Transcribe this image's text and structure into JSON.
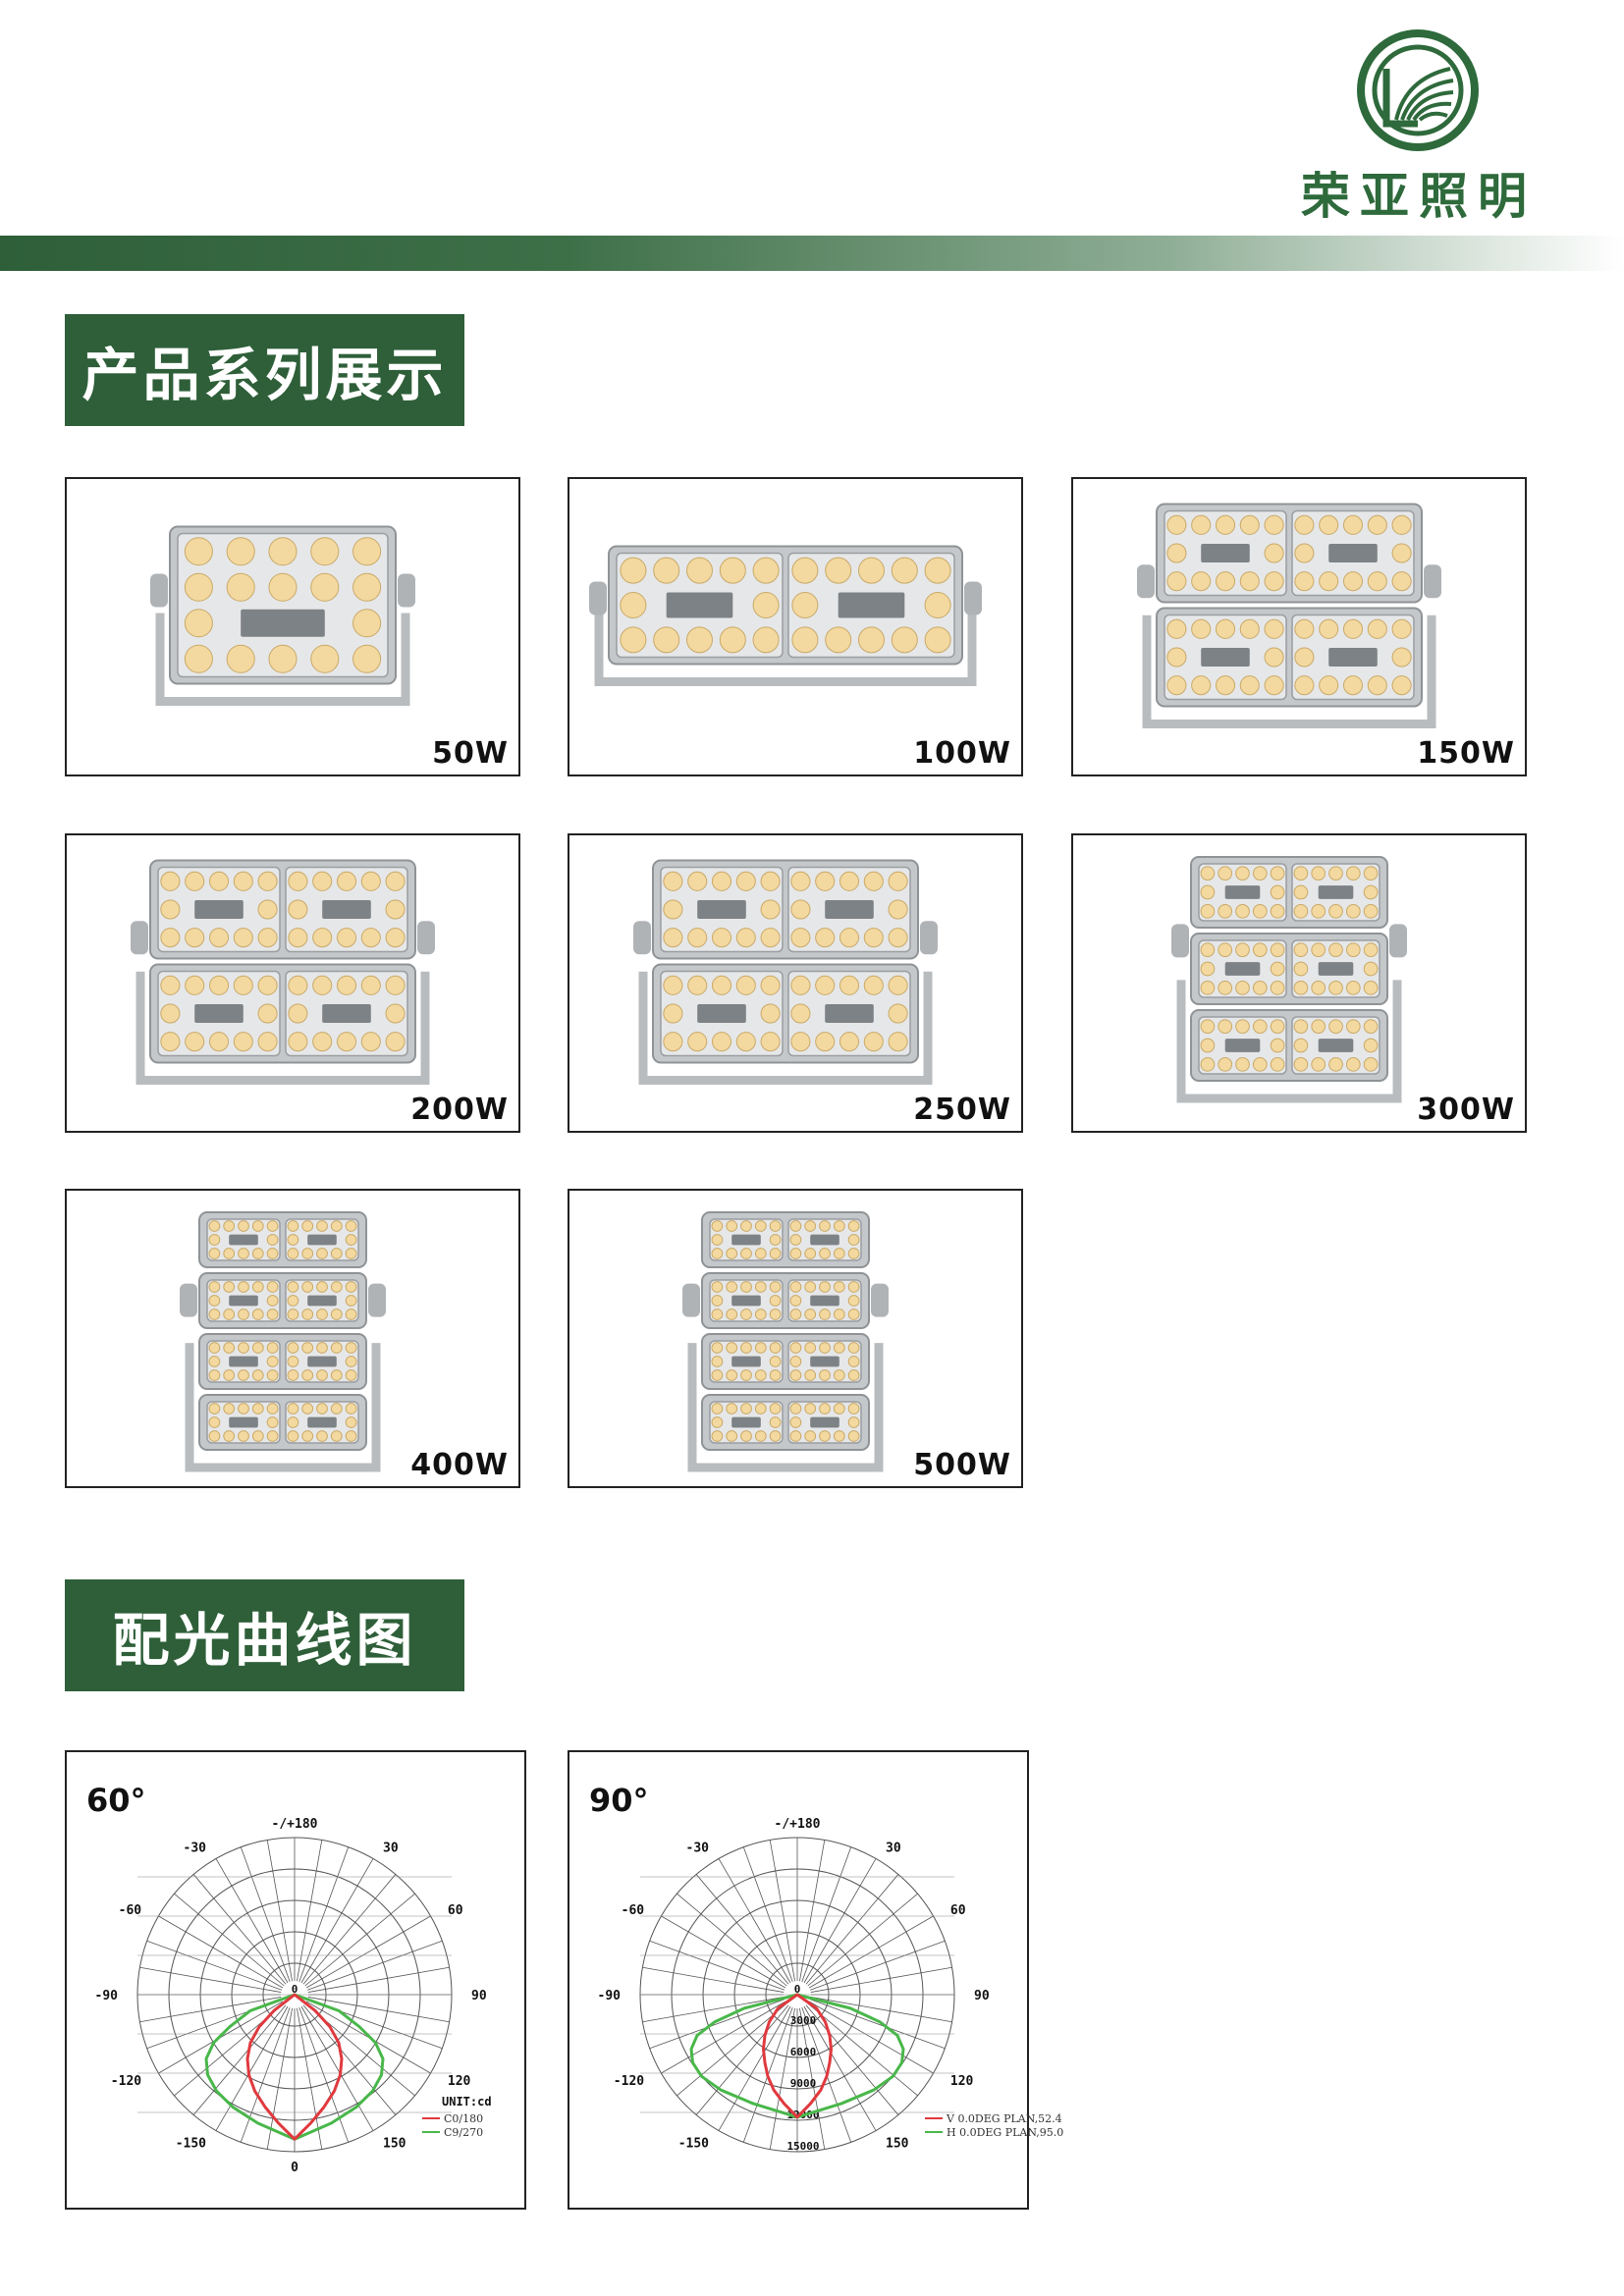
{
  "brand": {
    "name": "荣亚照明",
    "primary_color": "#2e5f39",
    "logo_color": "#2e6a3b"
  },
  "sections": {
    "products_title": "产品系列展示",
    "curves_title": "配光曲线图"
  },
  "products": [
    {
      "wattage": "50W",
      "modules": 1,
      "module_cols": 1
    },
    {
      "wattage": "100W",
      "modules": 1,
      "module_cols": 2
    },
    {
      "wattage": "150W",
      "modules": 2,
      "module_cols": 2
    },
    {
      "wattage": "200W",
      "modules": 2,
      "module_cols": 2
    },
    {
      "wattage": "250W",
      "modules": 2,
      "module_cols": 2
    },
    {
      "wattage": "300W",
      "modules": 3,
      "module_cols": 2
    },
    {
      "wattage": "400W",
      "modules": 4,
      "module_cols": 2
    },
    {
      "wattage": "500W",
      "modules": 4,
      "module_cols": 2
    }
  ],
  "polar_charts": [
    {
      "title": "60°",
      "top_label": "-/+180",
      "angle_labels": {
        "left": [
          "-150",
          "-120",
          "-90",
          "-60",
          "-30"
        ],
        "right": [
          "150",
          "120",
          "90",
          "60",
          "30"
        ],
        "center": "0",
        "bottom": "0"
      },
      "unit_label": "UNIT:cd",
      "legend": [
        {
          "label": "C0/180",
          "color": "#e0393e"
        },
        {
          "label": "C9/270",
          "color": "#49b74a"
        }
      ],
      "radial_labels": [],
      "red_widths": [
        0,
        14,
        24,
        30,
        32,
        31,
        27,
        20,
        11,
        0
      ],
      "green_widths": [
        0,
        30,
        44,
        55,
        60,
        59,
        53,
        42,
        25,
        0
      ],
      "curve_reach": 0.92
    },
    {
      "title": "90°",
      "top_label": "-/+180",
      "angle_labels": {
        "left": [
          "-150",
          "-120",
          "-90",
          "-60",
          "-30"
        ],
        "right": [
          "150",
          "120",
          "90",
          "60",
          "30"
        ],
        "center": "0",
        "bottom": ""
      },
      "unit_label": "",
      "legend": [
        {
          "label": "V 0.0DEG PLAN,52.4",
          "color": "#e0393e"
        },
        {
          "label": "H 0.0DEG PLAN,95.0",
          "color": "#49b74a"
        }
      ],
      "radial_labels": [
        "3000",
        "6000",
        "9000",
        "12000",
        "15000"
      ],
      "red_widths": [
        0,
        13,
        19,
        22,
        23,
        22,
        20,
        16,
        9,
        0
      ],
      "green_widths": [
        0,
        36,
        56,
        68,
        72,
        71,
        65,
        52,
        30,
        0
      ],
      "curve_reach": 0.78
    }
  ]
}
